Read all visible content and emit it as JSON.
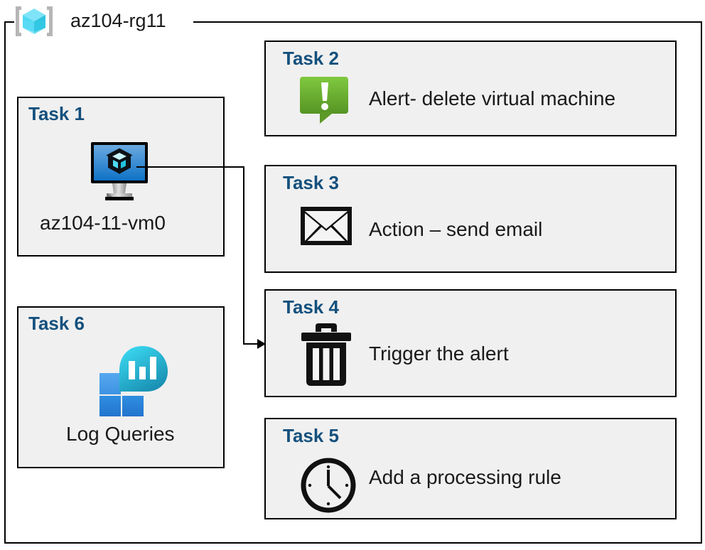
{
  "resource_group": {
    "name": "az104-rg11",
    "icon": "azure-resource-group-cube-icon"
  },
  "cards": {
    "task1": {
      "title": "Task 1",
      "label": "az104-11-vm0",
      "icon": "virtual-machine-icon"
    },
    "task2": {
      "title": "Task 2",
      "label": "Alert- delete virtual machine",
      "icon": "alert-callout-icon"
    },
    "task3": {
      "title": "Task 3",
      "label": "Action – send email",
      "icon": "envelope-icon"
    },
    "task4": {
      "title": "Task 4",
      "label": "Trigger the alert",
      "icon": "trash-can-icon"
    },
    "task5": {
      "title": "Task 5",
      "label": "Add a processing rule",
      "icon": "clock-icon"
    },
    "task6": {
      "title": "Task 6",
      "label": "Log Queries",
      "icon": "log-analytics-icon"
    }
  },
  "connector": {
    "from": "task1-virtual-machine-icon",
    "to": "task4-card",
    "arrow": "arrowhead-right"
  },
  "colors": {
    "card_background": "#f0f0f0",
    "card_border": "#000000",
    "task_title": "#14507d",
    "label_text": "#1a1a1a",
    "alert_green_light": "#7ac143",
    "alert_green_dark": "#579527",
    "vm_blue_light": "#5fa2dd",
    "vm_blue_dark": "#1075c8",
    "rg_cube_cyan": "#7fe4f7",
    "rg_bracket_gray": "#b3b3b3",
    "log_square_blue": "#2680d9",
    "log_square_blue_light": "#4a9eea",
    "log_drop_cyan": "#31d2ee",
    "log_drop_teal": "#1a8bb0"
  }
}
